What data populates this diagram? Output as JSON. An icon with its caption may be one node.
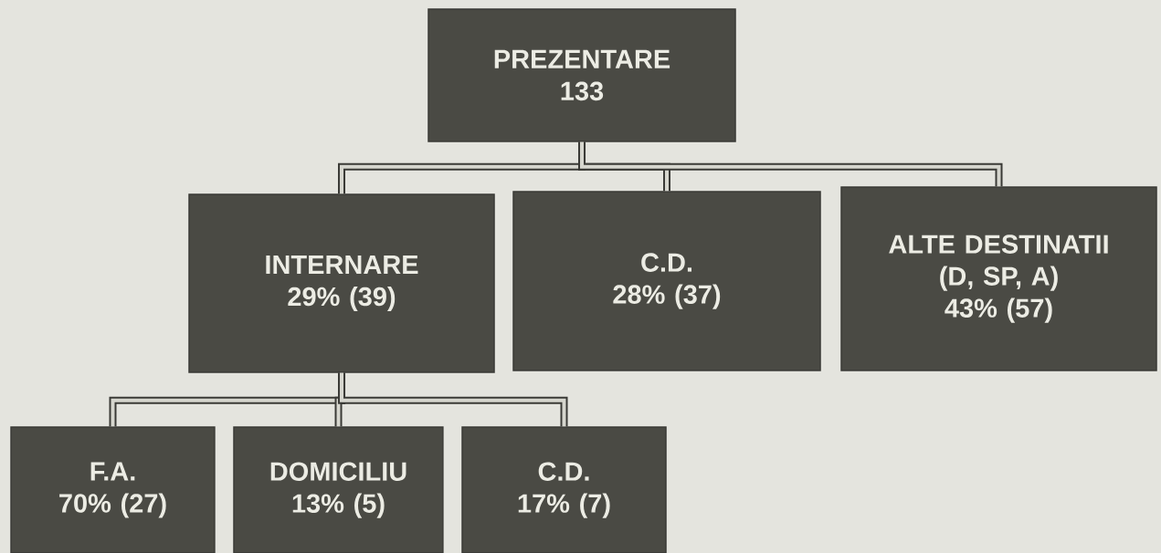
{
  "diagram": {
    "nodes": [
      {
        "text": [
          "PREZENTARE",
          "133"
        ]
      },
      {
        "text": [
          "INTERNARE",
          "29% (39)"
        ]
      },
      {
        "text": [
          "C.D.",
          "28% (37)"
        ]
      },
      {
        "text": [
          "ALTE DESTINATII (D, SP, A)",
          "43% (57)"
        ]
      },
      {
        "text": [
          "F.A.",
          "70% (27)"
        ]
      },
      {
        "text": [
          "DOMICILIU",
          "13% (5)"
        ]
      },
      {
        "text": [
          "C.D.",
          "17% (7)"
        ]
      }
    ],
    "edges": [
      {
        "from": 0,
        "to": 1,
        "arrow": "none"
      },
      {
        "from": 0,
        "to": 2,
        "arrow": "none"
      },
      {
        "from": 0,
        "to": 3,
        "arrow": "none"
      },
      {
        "from": 1,
        "to": 4,
        "arrow": "none"
      },
      {
        "from": 1,
        "to": 5,
        "arrow": "none"
      },
      {
        "from": 1,
        "to": 6,
        "arrow": "none"
      }
    ]
  }
}
